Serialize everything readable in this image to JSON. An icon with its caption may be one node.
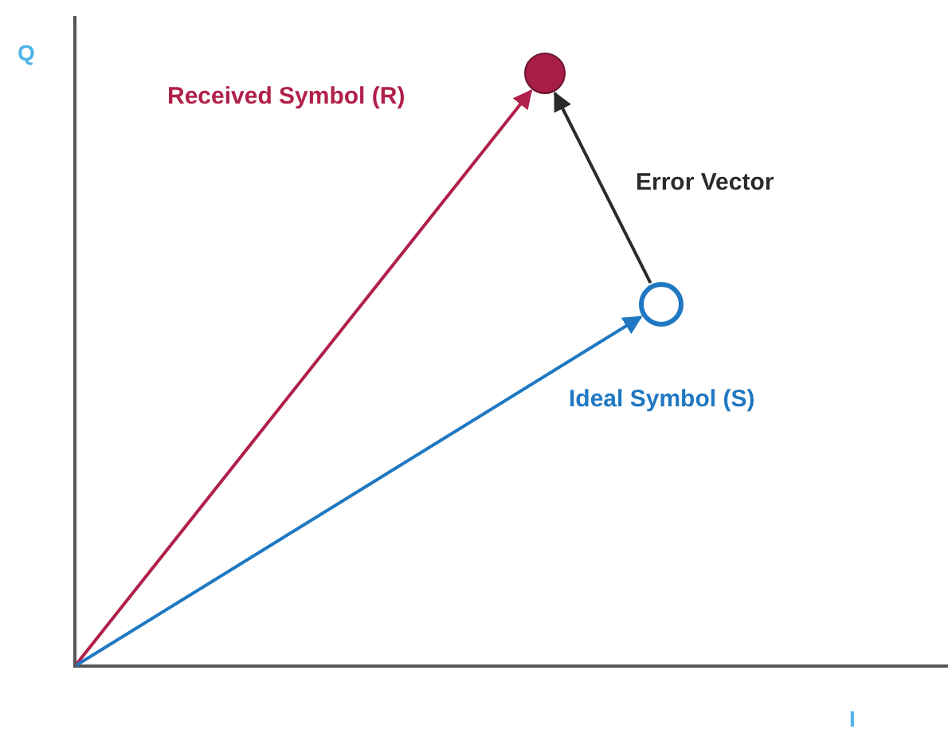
{
  "diagram": {
    "nodes": [
      {
        "text": [],
        "shape": "circle"
      },
      {
        "text": [],
        "shape": "circle",
        "beside": [
          "Ideal Symbol (S)"
        ]
      }
    ],
    "edges": [
      {
        "from": null,
        "to": 0,
        "arrow": "to",
        "label": "Received Symbol (R)",
        "color": "#b0204a"
      },
      {
        "from": null,
        "to": 1,
        "arrow": "to",
        "color": "#1f78c1"
      },
      {
        "from": 1,
        "to": 0,
        "arrow": "to",
        "label": "Error Vector",
        "color": "#2b2b2b"
      }
    ],
    "labels": [
      "Q",
      "I"
    ]
  }
}
